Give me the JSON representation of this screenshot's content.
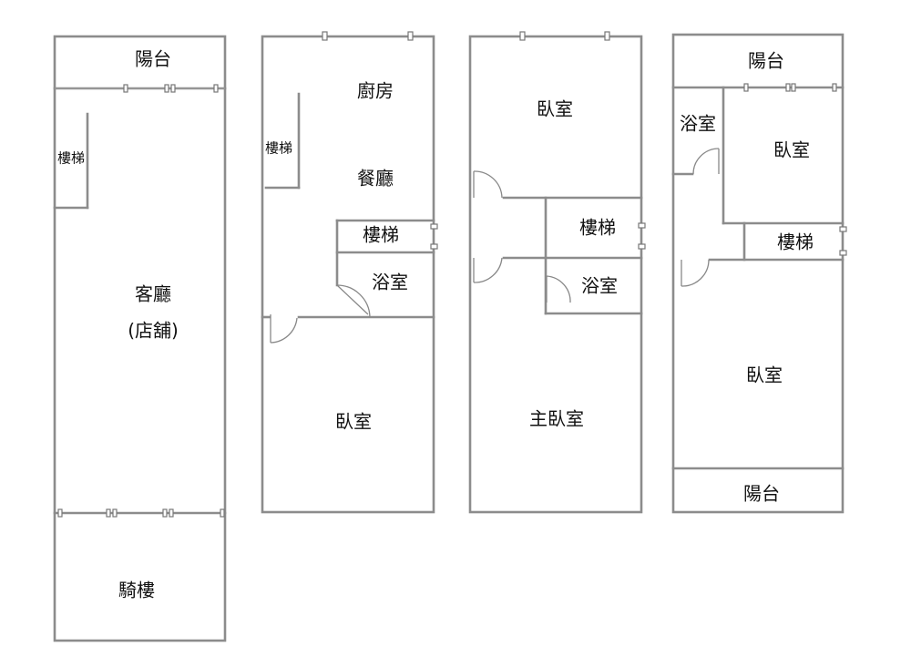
{
  "floors": [
    {
      "rooms": {
        "balcony": "陽台",
        "stairs": "樓梯",
        "living_room": "客廳",
        "living_room_sub": "(店舖)",
        "arcade": "騎樓"
      }
    },
    {
      "rooms": {
        "kitchen": "廚房",
        "stairs_small": "樓梯",
        "dining": "餐廳",
        "stairs": "樓梯",
        "bathroom": "浴室",
        "bedroom": "臥室"
      }
    },
    {
      "rooms": {
        "bedroom": "臥室",
        "stairs": "樓梯",
        "bathroom": "浴室",
        "master_bedroom": "主臥室"
      }
    },
    {
      "rooms": {
        "balcony_top": "陽台",
        "bathroom": "浴室",
        "bedroom_upper": "臥室",
        "stairs": "樓梯",
        "bedroom_lower": "臥室",
        "balcony_bottom": "陽台"
      }
    }
  ],
  "colors": {
    "wall": "#8c8c8c",
    "text": "#111111",
    "background": "#ffffff"
  }
}
